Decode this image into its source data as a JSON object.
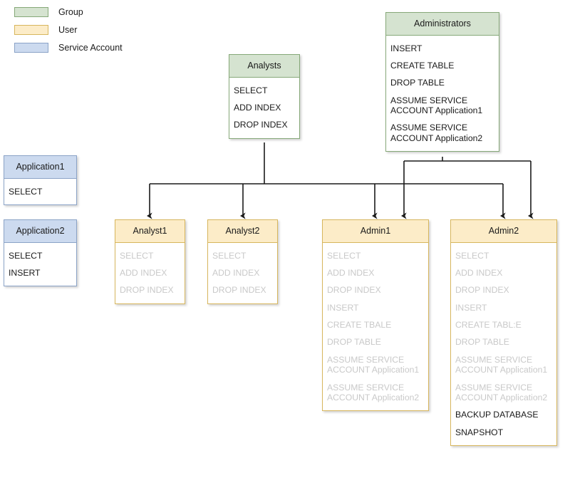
{
  "legend": {
    "items": [
      {
        "label": "Group",
        "kind": "group",
        "color": "#d5e3d0"
      },
      {
        "label": "User",
        "kind": "user",
        "color": "#fcecc8"
      },
      {
        "label": "Service Account",
        "kind": "service",
        "color": "#ccdaef"
      }
    ]
  },
  "nodes": {
    "analysts": {
      "title": "Analysts",
      "kind": "group",
      "permissions": [
        {
          "label": "SELECT",
          "inherited": false
        },
        {
          "label": "ADD INDEX",
          "inherited": false
        },
        {
          "label": "DROP INDEX",
          "inherited": false
        }
      ]
    },
    "administrators": {
      "title": "Administrators",
      "kind": "group",
      "permissions": [
        {
          "label": "INSERT",
          "inherited": false
        },
        {
          "label": "CREATE TABLE",
          "inherited": false
        },
        {
          "label": "DROP TABLE",
          "inherited": false
        },
        {
          "label": "ASSUME SERVICE\nACCOUNT Application1",
          "inherited": false
        },
        {
          "label": "ASSUME SERVICE\nACCOUNT Application2",
          "inherited": false
        }
      ]
    },
    "application1": {
      "title": "Application1",
      "kind": "service",
      "permissions": [
        {
          "label": "SELECT",
          "inherited": false
        }
      ]
    },
    "application2": {
      "title": "Application2",
      "kind": "service",
      "permissions": [
        {
          "label": "SELECT",
          "inherited": false
        },
        {
          "label": "INSERT",
          "inherited": false
        }
      ]
    },
    "analyst1": {
      "title": "Analyst1",
      "kind": "user",
      "permissions": [
        {
          "label": "SELECT",
          "inherited": true
        },
        {
          "label": "ADD INDEX",
          "inherited": true
        },
        {
          "label": "DROP INDEX",
          "inherited": true
        }
      ]
    },
    "analyst2": {
      "title": "Analyst2",
      "kind": "user",
      "permissions": [
        {
          "label": "SELECT",
          "inherited": true
        },
        {
          "label": "ADD INDEX",
          "inherited": true
        },
        {
          "label": "DROP INDEX",
          "inherited": true
        }
      ]
    },
    "admin1": {
      "title": "Admin1",
      "kind": "user",
      "permissions": [
        {
          "label": "SELECT",
          "inherited": true
        },
        {
          "label": "ADD INDEX",
          "inherited": true
        },
        {
          "label": "DROP INDEX",
          "inherited": true
        },
        {
          "label": "INSERT",
          "inherited": true
        },
        {
          "label": "CREATE TBALE",
          "inherited": true
        },
        {
          "label": "DROP TABLE",
          "inherited": true
        },
        {
          "label": "ASSUME SERVICE\nACCOUNT Application1",
          "inherited": true
        },
        {
          "label": "ASSUME SERVICE\nACCOUNT Application2",
          "inherited": true
        }
      ]
    },
    "admin2": {
      "title": "Admin2",
      "kind": "user",
      "permissions": [
        {
          "label": "SELECT",
          "inherited": true
        },
        {
          "label": "ADD INDEX",
          "inherited": true
        },
        {
          "label": "DROP INDEX",
          "inherited": true
        },
        {
          "label": "INSERT",
          "inherited": true
        },
        {
          "label": "CREATE TABL:E",
          "inherited": true
        },
        {
          "label": "DROP TABLE",
          "inherited": true
        },
        {
          "label": "ASSUME SERVICE\nACCOUNT Application1",
          "inherited": true
        },
        {
          "label": "ASSUME SERVICE\nACCOUNT Application2",
          "inherited": true
        },
        {
          "label": "BACKUP DATABASE",
          "inherited": false
        },
        {
          "label": "SNAPSHOT",
          "inherited": false
        }
      ]
    }
  },
  "edges": [
    {
      "from": "analysts",
      "to": "analyst1"
    },
    {
      "from": "analysts",
      "to": "analyst2"
    },
    {
      "from": "analysts",
      "to": "admin1"
    },
    {
      "from": "analysts",
      "to": "admin2"
    },
    {
      "from": "administrators",
      "to": "admin1"
    },
    {
      "from": "administrators",
      "to": "admin2"
    }
  ],
  "colors": {
    "group_fill": "#d5e3d0",
    "group_border": "#86a878",
    "user_fill": "#fcecc8",
    "user_border": "#d7b65d",
    "service_fill": "#ccdaef",
    "service_border": "#8ba3c7",
    "edge": "#1a1a1a",
    "inherited_text": "#c9c9c9",
    "text": "#1a1a1a"
  }
}
